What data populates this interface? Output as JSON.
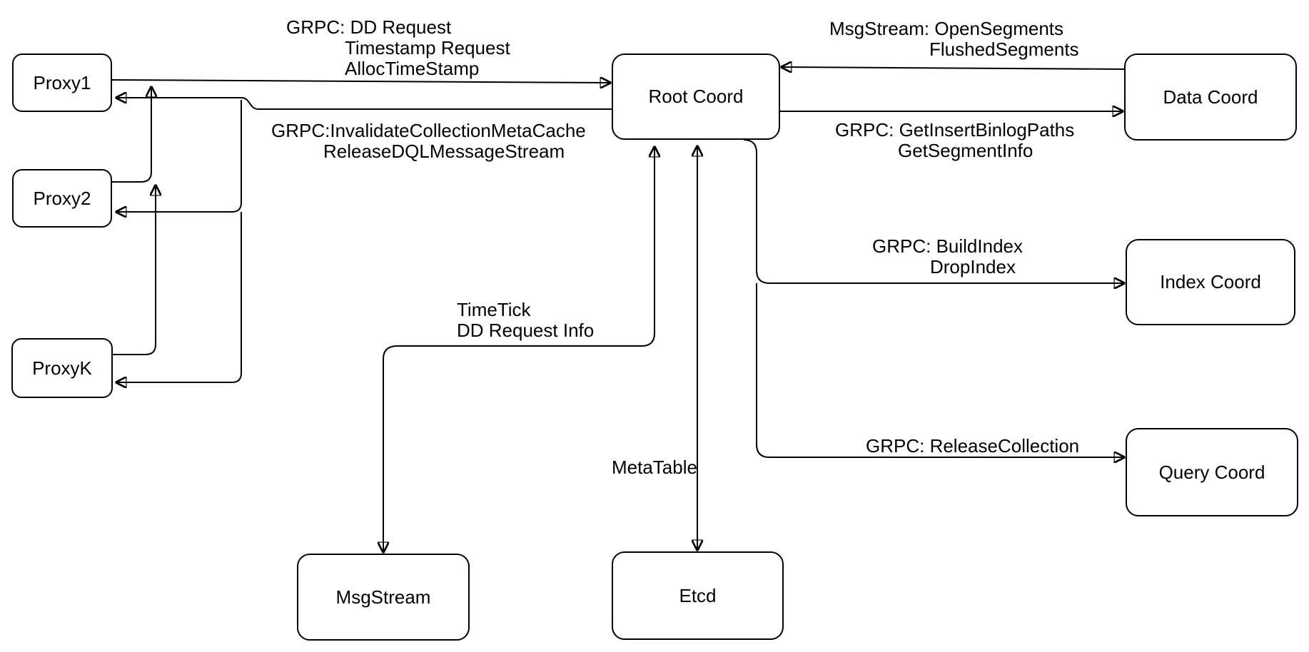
{
  "nodes": {
    "proxy1": "Proxy1",
    "proxy2": "Proxy2",
    "proxyk": "ProxyK",
    "root_coord": "Root Coord",
    "data_coord": "Data Coord",
    "index_coord": "Index Coord",
    "query_coord": "Query Coord",
    "msgstream": "MsgStream",
    "etcd": "Etcd"
  },
  "edge_labels": {
    "proxy_to_root": [
      "GRPC: DD Request",
      "Timestamp Request",
      "AllocTimeStamp"
    ],
    "root_to_proxy": [
      "GRPC:InvalidateCollectionMetaCache",
      "ReleaseDQLMessageStream"
    ],
    "data_to_root": [
      "MsgStream: OpenSegments",
      "FlushedSegments"
    ],
    "root_to_data": [
      "GRPC: GetInsertBinlogPaths",
      "GetSegmentInfo"
    ],
    "root_to_index": [
      "GRPC: BuildIndex",
      "DropIndex"
    ],
    "root_to_query": [
      "GRPC: ReleaseCollection"
    ],
    "root_to_msgstream": [
      "TimeTick",
      "DD Request Info"
    ],
    "root_to_etcd": [
      "MetaTable"
    ]
  },
  "colors": {
    "stroke": "#000000",
    "node_fill": "#ffffff",
    "background": "#ffffff",
    "text": "#000000"
  }
}
